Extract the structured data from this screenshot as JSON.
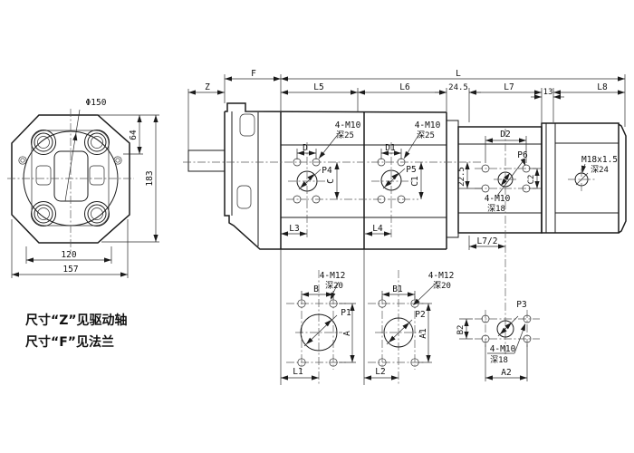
{
  "notes": {
    "line1": "尺寸“Z”见驱动轴",
    "line2": "尺寸“F”见法兰"
  },
  "front_view": {
    "phi": "Φ150",
    "dim_64": "64",
    "dim_183": "183",
    "dim_120": "120",
    "dim_157": "157"
  },
  "top_dims": {
    "z": "Z",
    "f": "F",
    "l": "L",
    "l5": "L5",
    "l6": "L6",
    "n24_5": "24.5",
    "l7": "L7",
    "n13": "13",
    "l8": "L8"
  },
  "side_view": {
    "thread_a": "4-M10",
    "depth_a": "深25",
    "thread_b": "4-M10",
    "depth_b": "深25",
    "dim_d": "D",
    "dim_d1": "D1",
    "port_p4": "P4",
    "port_p5": "P5",
    "dim_c": "C",
    "dim_c1": "C1",
    "dim_l3": "L3",
    "dim_l4": "L4",
    "dim_d2": "D2",
    "port_p6": "P6",
    "n22_5": "22.5",
    "dim_c2": "C2",
    "thread_c": "4-M10",
    "depth_c": "深18",
    "thread_m18": "M18x1.5",
    "depth_m18": "深24",
    "dim_l7_2": "L7/2"
  },
  "port_views": {
    "v1": {
      "thread": "4-M12",
      "depth": "深20",
      "dim_b": "B",
      "port": "P1",
      "dim_a": "A",
      "dim_l": "L1"
    },
    "v2": {
      "thread": "4-M12",
      "depth": "深20",
      "dim_b": "B1",
      "port": "P2",
      "dim_a": "A1",
      "dim_l": "L2"
    },
    "v3": {
      "port": "P3",
      "dim_b": "B2",
      "thread": "4-M10",
      "depth": "深18",
      "dim_a": "A2"
    }
  }
}
